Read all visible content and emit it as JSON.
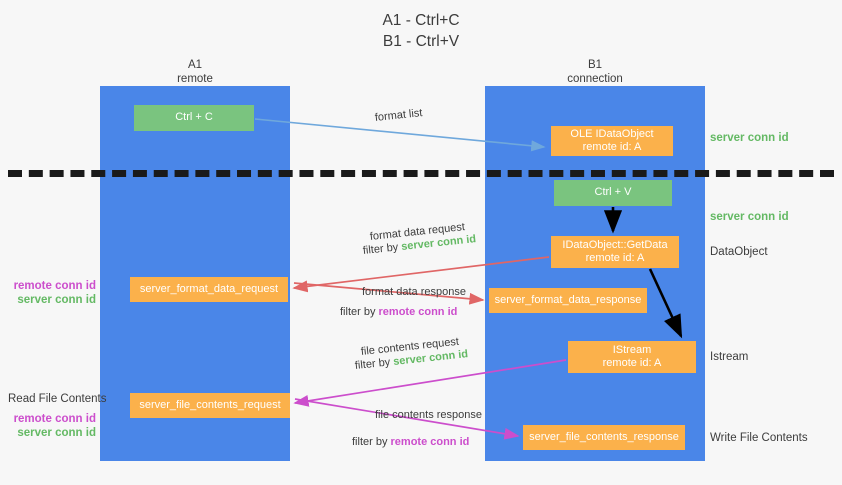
{
  "title": {
    "line1": "A1 - Ctrl+C",
    "line2": "B1 - Ctrl+V"
  },
  "lanes": [
    {
      "id": "a1",
      "name": "A1",
      "sub": "remote",
      "color": "#4a86e8"
    },
    {
      "id": "b1",
      "name": "B1",
      "sub": "connection",
      "color": "#4a86e8"
    }
  ],
  "colors": {
    "lane": "#4a86e8",
    "green_box": "#7ac47f",
    "orange_box": "#fbb14b",
    "server_conn_id": "#64b964",
    "remote_conn_id": "#cc4ecc",
    "arrow_blue": "#6fa8dc",
    "arrow_red": "#e06666",
    "arrow_magenta": "#cc4ecc",
    "arrow_black": "#000000",
    "background": "#f7f7f7"
  },
  "boxes": {
    "ctrl_c": {
      "label": "Ctrl + C"
    },
    "ole_dataobject": {
      "line1": "OLE IDataObject",
      "line2": "remote id: A"
    },
    "ctrl_v": {
      "label": "Ctrl + V"
    },
    "get_data": {
      "line1": "IDataObject::GetData",
      "line2": "remote id: A"
    },
    "server_format_data_request": {
      "label": "server_format_data_request"
    },
    "server_format_data_response": {
      "label": "server_format_data_response"
    },
    "istream": {
      "line1": "IStream",
      "line2": "remote id: A"
    },
    "server_file_contents_request": {
      "label": "server_file_contents_request"
    },
    "server_file_contents_response": {
      "label": "server_file_contents_response"
    }
  },
  "captions": {
    "format_list": "format list",
    "format_data_request": "format data request",
    "format_data_request_filter_prefix": "filter by ",
    "format_data_request_filter_value": "server conn id",
    "format_data_response": "format data response",
    "format_data_response_filter_prefix": "filter by ",
    "format_data_response_filter_value": "remote conn id",
    "file_contents_request": "file contents request",
    "file_contents_request_filter_prefix": "filter by ",
    "file_contents_request_filter_value": "server conn id",
    "file_contents_response": "file contents response",
    "file_contents_response_filter_prefix": "filter by ",
    "file_contents_response_filter_value": "remote conn id"
  },
  "annotations": {
    "server_conn_id_top": "server conn id",
    "server_conn_id_mid": "server conn id",
    "dataobject": "DataObject",
    "istream": "Istream",
    "write_file_contents": "Write File Contents",
    "read_file_contents": "Read File Contents",
    "left_remote_conn_id_1": "remote conn id",
    "left_server_conn_id_1": "server conn id",
    "left_remote_conn_id_2": "remote conn id",
    "left_server_conn_id_2": "server conn id"
  }
}
